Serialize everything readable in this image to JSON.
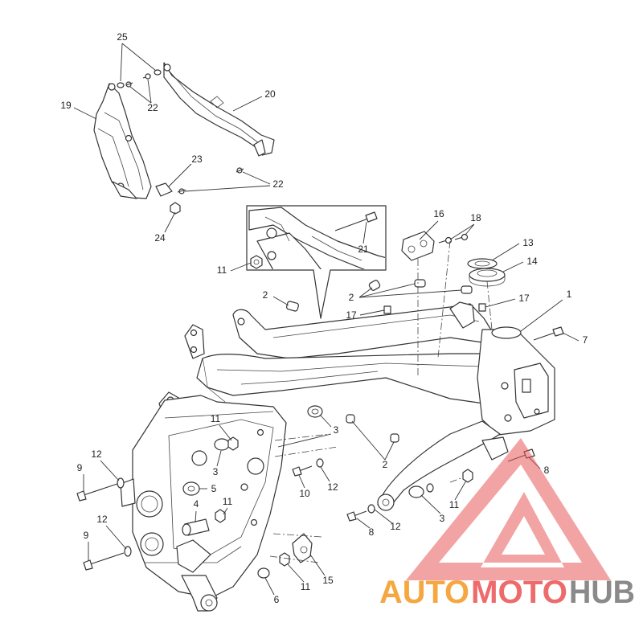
{
  "callouts": [
    "25",
    "22",
    "19",
    "20",
    "23",
    "22",
    "24",
    "16",
    "18",
    "21",
    "11",
    "13",
    "14",
    "2",
    "2",
    "17",
    "17",
    "1",
    "7",
    "11",
    "3",
    "12",
    "9",
    "3",
    "2",
    "8",
    "5",
    "10",
    "12",
    "4",
    "11",
    "11",
    "12",
    "3",
    "12",
    "8",
    "9",
    "6",
    "11",
    "15"
  ],
  "watermark": {
    "auto": "AUTO",
    "moto": "MOTO",
    "hub": "HUB",
    "logo_icon": "triangle-a-logo-icon"
  },
  "colors": {
    "line": "#333333",
    "auto": "#f5a742",
    "moto": "#ee6b6b",
    "hub": "#8a8a8a",
    "logo": "#e85a5a"
  }
}
